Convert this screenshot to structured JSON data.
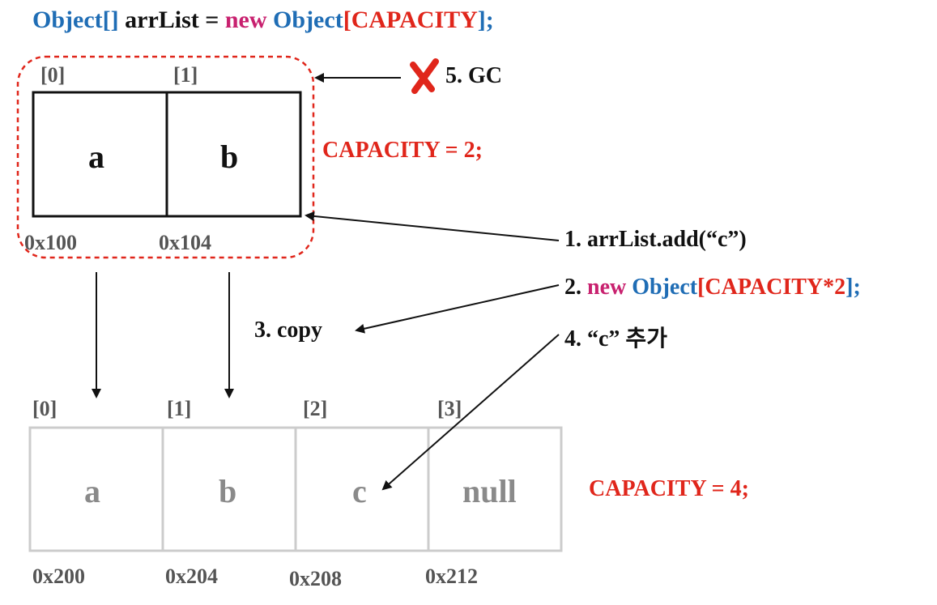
{
  "declaration": {
    "type": "Object[]",
    "var": "arrList",
    "eq": "=",
    "new_kw": "new",
    "type2": "Object",
    "open": "[",
    "cap": "CAPACITY",
    "close": "];"
  },
  "old_array": {
    "indices": [
      "[0]",
      "[1]"
    ],
    "cells": [
      "a",
      "b"
    ],
    "addresses": [
      "0x100",
      "0x104"
    ],
    "capacity_label": "CAPACITY = 2;"
  },
  "new_array": {
    "indices": [
      "[0]",
      "[1]",
      "[2]",
      "[3]"
    ],
    "cells": [
      "a",
      "b",
      "c",
      "null"
    ],
    "addresses": [
      "0x200",
      "0x204",
      "0x208",
      "0x212"
    ],
    "capacity_label": "CAPACITY = 4;"
  },
  "steps": {
    "s1": "1. arrList.add(“c”)",
    "s2_num": "2.",
    "s2_new": "new",
    "s2_type": "Object",
    "s2_open": "[",
    "s2_expr": "CAPACITY*2",
    "s2_close": "];",
    "s3": "3. copy",
    "s4": "4. “c” 추가",
    "s5": "5. GC"
  },
  "icons": {
    "gc_mark": "red-x-mark-icon"
  },
  "colors": {
    "keyword_blue": "#1f6db5",
    "keyword_pink": "#c8216f",
    "keyword_red": "#e0261b",
    "faded_gray": "#8a8a8a"
  }
}
